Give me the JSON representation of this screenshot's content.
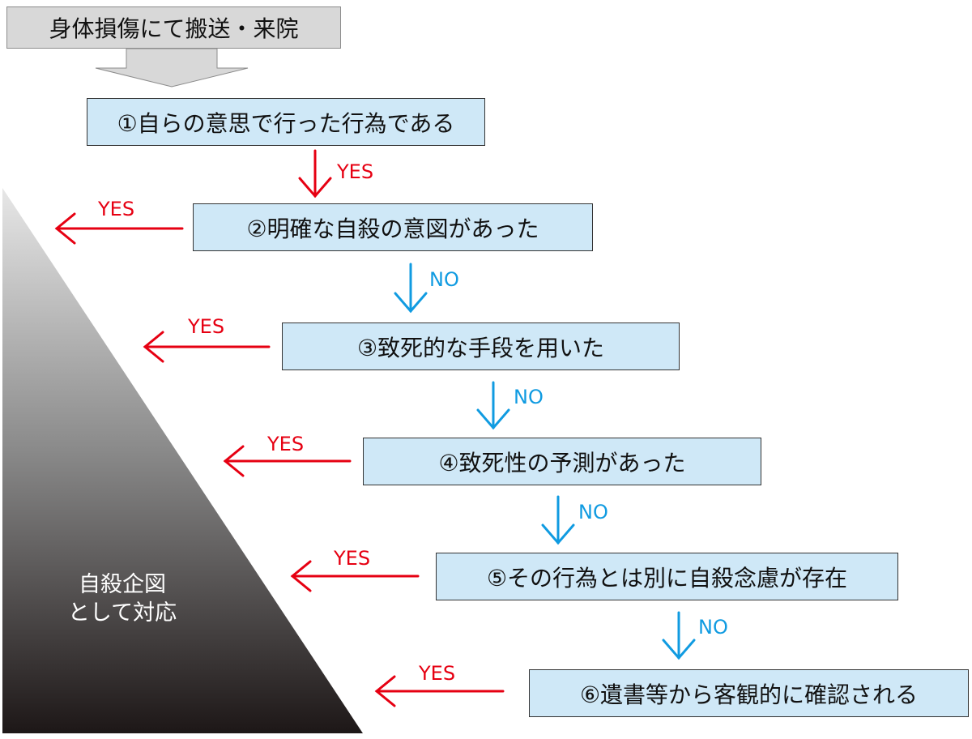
{
  "start": {
    "label": "身体損傷にて搬送・来院"
  },
  "steps": [
    {
      "label": "①自らの意思で行った行為である"
    },
    {
      "label": "②明確な自殺の意図があった"
    },
    {
      "label": "③致死的な手段を用いた"
    },
    {
      "label": "④致死性の予測があった"
    },
    {
      "label": "⑤その行為とは別に自殺念慮が存在"
    },
    {
      "label": "⑥遺書等から客観的に確認される"
    }
  ],
  "branches": {
    "down": [
      "YES",
      "NO",
      "NO",
      "NO",
      "NO"
    ],
    "left": [
      "YES",
      "YES",
      "YES",
      "YES",
      "YES"
    ]
  },
  "outcome": {
    "label": "自殺企図\nとして対応"
  },
  "colors": {
    "yes": "#e60012",
    "no": "#109be1",
    "step_fill": "#cfe8f7",
    "start_fill": "#d8d8d8"
  }
}
